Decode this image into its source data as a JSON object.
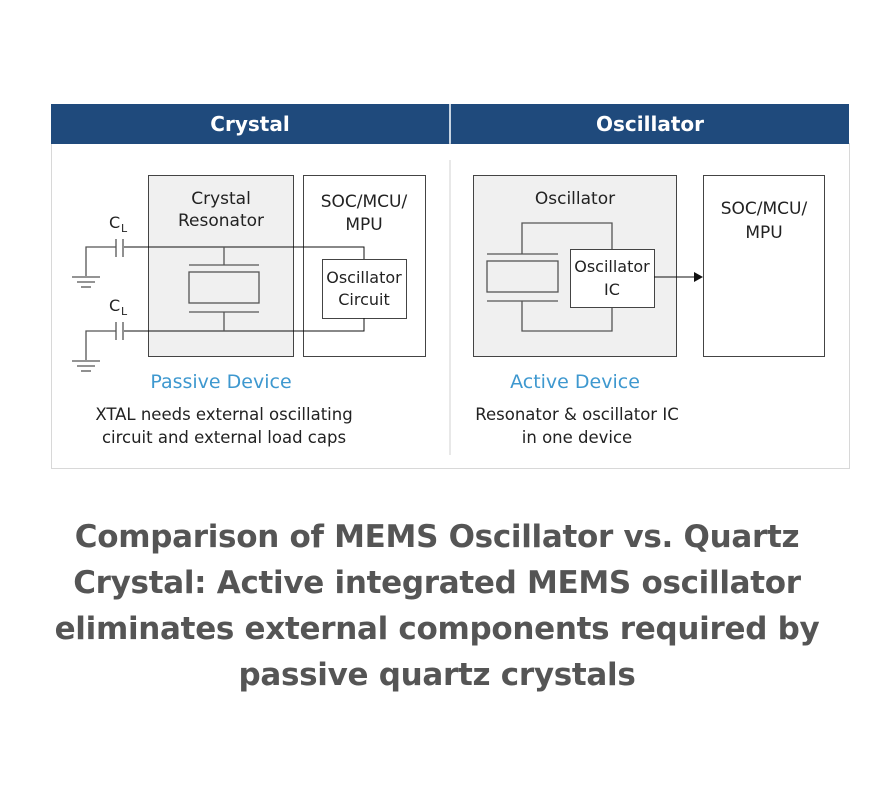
{
  "colors": {
    "header": "#1f4a7c",
    "accent_blue": "#3e98cf",
    "box_fill": "#f0f0f0",
    "caption": "#555555"
  },
  "headers": {
    "left": "Crystal",
    "right": "Oscillator"
  },
  "crystal_panel": {
    "resonator_label_line1": "Crystal",
    "resonator_label_line2": "Resonator",
    "soc_label_line1": "SOC/MCU/",
    "soc_label_line2": "MPU",
    "osc_circuit_line1": "Oscillator",
    "osc_circuit_line2": "Circuit",
    "cap_label": "C",
    "cap_subscript": "L",
    "device_type": "Passive Device",
    "description_line1": "XTAL needs external oscillating",
    "description_line2": "circuit and external load caps"
  },
  "oscillator_panel": {
    "oscillator_label": "Oscillator",
    "osc_ic_line1": "Oscillator",
    "osc_ic_line2": "IC",
    "soc_label_line1": "SOC/MCU/",
    "soc_label_line2": "MPU",
    "device_type": "Active Device",
    "description_line1": "Resonator & oscillator IC",
    "description_line2": "in one device"
  },
  "caption": "Comparison of MEMS Oscillator vs. Quartz Crystal: Active integrated MEMS oscillator eliminates external components required by passive quartz crystals"
}
